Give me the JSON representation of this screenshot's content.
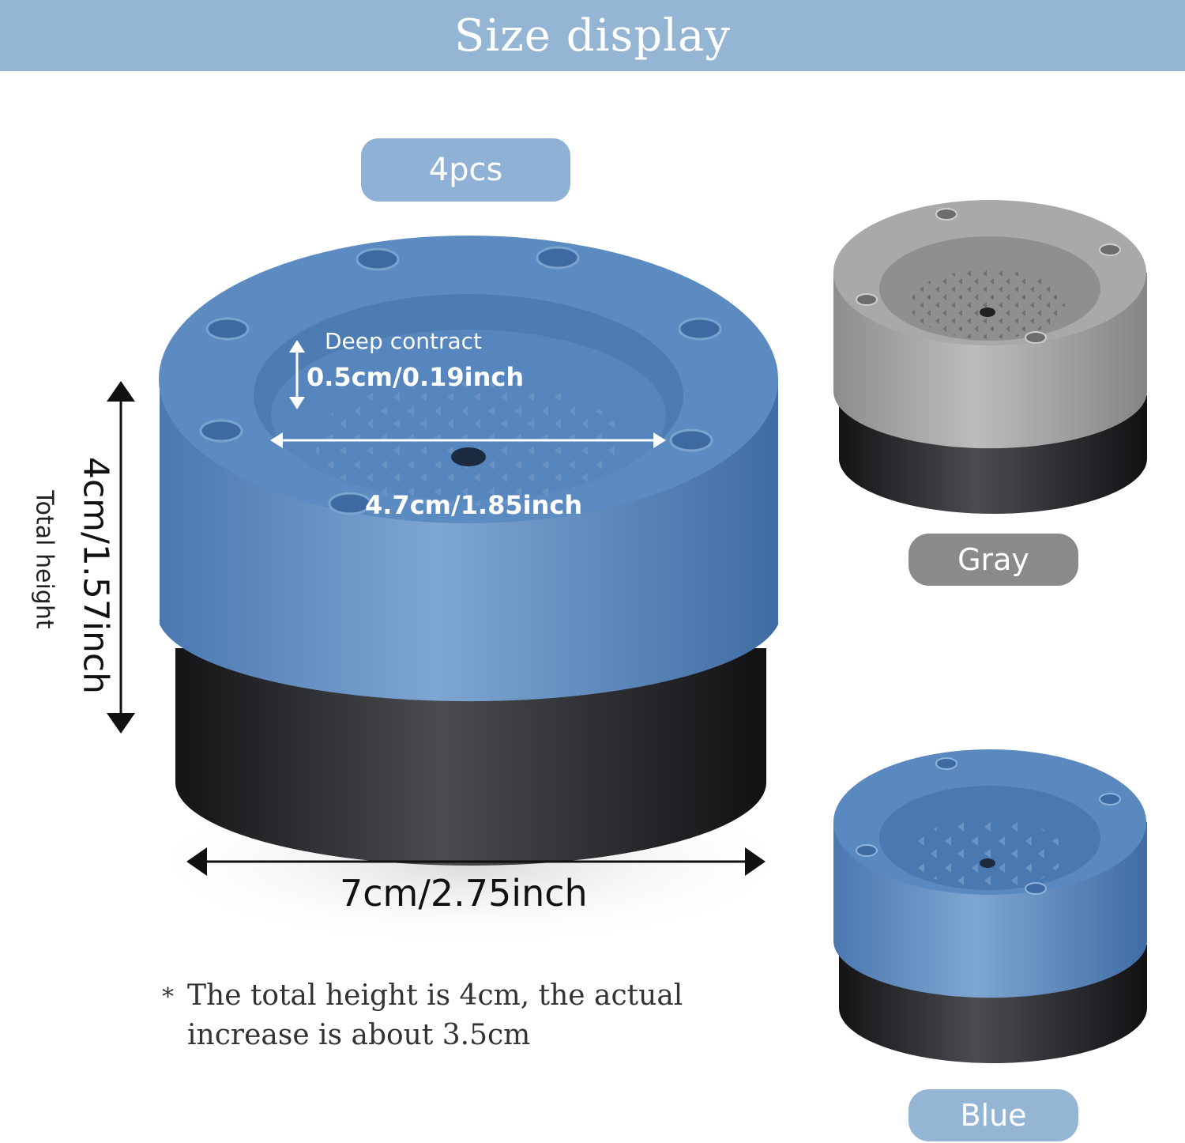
{
  "header": {
    "title": "Size display"
  },
  "quantity_badge": {
    "label": "4pcs"
  },
  "dimensions": {
    "width": "7cm/2.75inch",
    "total_height": "4cm/1.57inch",
    "total_height_caption": "Total height",
    "depth_caption": "Deep contract",
    "depth": "0.5cm/0.19inch",
    "inner_diameter": "4.7cm/1.85inch"
  },
  "variants": [
    {
      "label": "Gray",
      "color": "#8a8a8a",
      "body_color": "#9a9a9a"
    },
    {
      "label": "Blue",
      "color": "#94b5d3",
      "body_color": "#4f7db5"
    }
  ],
  "note": {
    "bullet": "*",
    "text": "The total height is 4cm, the actual increase is about 3.5cm"
  },
  "colors": {
    "banner": "#94b5d3",
    "badge": "#8fb1d5",
    "rubber_base": "#1d1d1f"
  }
}
